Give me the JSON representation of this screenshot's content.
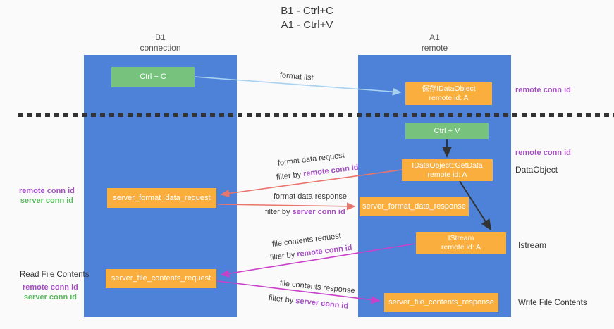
{
  "title": {
    "line1": "B1 - Ctrl+C",
    "line2": "A1 - Ctrl+V"
  },
  "lifelines": {
    "b1": {
      "name": "B1",
      "role": "connection"
    },
    "a1": {
      "name": "A1",
      "role": "remote"
    }
  },
  "nodes": {
    "ctrl_c": {
      "label": "Ctrl + C"
    },
    "ctrl_v": {
      "label": "Ctrl + V"
    },
    "save_idataobject": {
      "line1": "保存IDataObject",
      "line2": "remote id: A"
    },
    "idataobject_getdata": {
      "line1": "IDataObject::GetData",
      "line2": "remote id: A"
    },
    "istream": {
      "line1": "IStream",
      "line2": "remote id: A"
    },
    "server_format_data_request": {
      "label": "server_format_data_request"
    },
    "server_format_data_response": {
      "label": "server_format_data_response"
    },
    "server_file_contents_request": {
      "label": "server_file_contents_request"
    },
    "server_file_contents_response": {
      "label": "server_file_contents_response"
    }
  },
  "arrow_labels": {
    "format_list": "format list",
    "format_data_request": "format data request",
    "format_data_response": "format data response",
    "file_contents_request": "file contents request",
    "file_contents_response": "file contents response",
    "filter_by": "filter by ",
    "remote_conn_id": "remote conn id",
    "server_conn_id": "server conn id"
  },
  "side_labels": {
    "left": {
      "remote_conn_id": "remote conn id",
      "server_conn_id": "server conn id",
      "read_file_contents": "Read File Contents"
    },
    "right": {
      "remote_conn_id": "remote conn id",
      "dataobject": "DataObject",
      "istream": "Istream",
      "write_file_contents": "Write File Contents"
    }
  },
  "colors": {
    "background": "#fafafa",
    "lifeline_blue": "#4d82d8",
    "box_green": "#77c27d",
    "box_orange": "#f9ae3d",
    "arrow_lightblue": "#a8d2ef",
    "arrow_salmon": "#e8766c",
    "arrow_magenta": "#c940c9",
    "arrow_black": "#333333",
    "label_purple": "#a64fc4",
    "label_green": "#57b95c",
    "divider_dash": "#333333"
  }
}
